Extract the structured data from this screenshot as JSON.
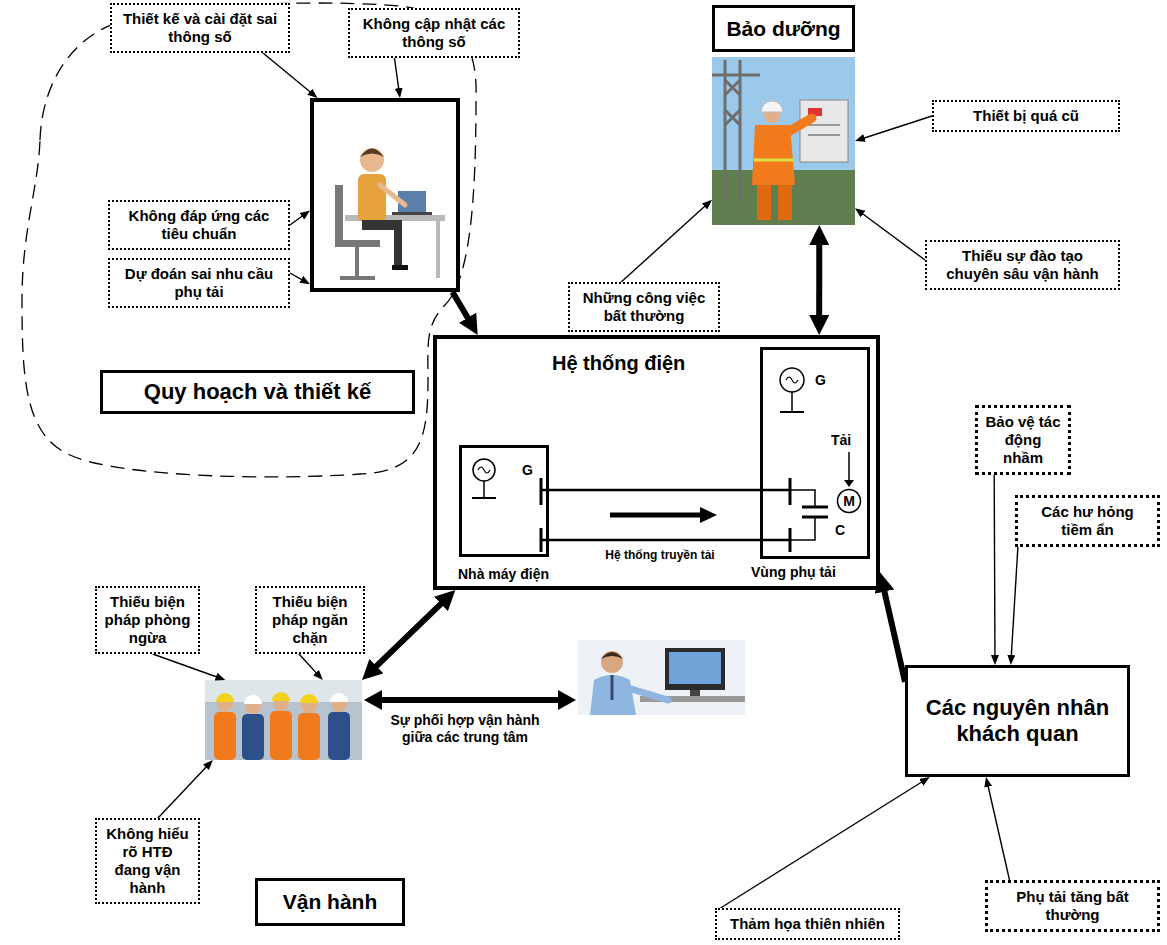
{
  "diagram": {
    "nodes": [
      {
        "text": [
          "Thiết kế và cài đặt sai thông số"
        ]
      },
      {
        "text": [
          "Không cập nhật các thông số"
        ]
      },
      {
        "text": [
          "Bảo dưỡng"
        ]
      },
      {
        "text": [
          "Thiết bị quá cũ"
        ]
      },
      {
        "text": [
          "Không đáp ứng các tiêu chuẩn"
        ]
      },
      {
        "text": [
          "Dự đoán sai nhu cầu phụ tải"
        ]
      },
      {
        "text": [
          "Quy hoạch và thiết kế"
        ]
      },
      {
        "text": [
          "Những công việc bất thường"
        ]
      },
      {
        "text": [
          "Thiếu sự đào tạo chuyên sâu vận hành"
        ]
      },
      {
        "text": [
          "Hệ thống điện"
        ]
      },
      {
        "text": [
          "G",
          "Nhà máy điện"
        ],
        "in": 9
      },
      {
        "text": [
          "G",
          "Tải",
          "C",
          "Vùng phụ tải"
        ],
        "in": 9
      },
      {
        "text": [
          "M"
        ],
        "in": 11
      },
      {
        "text": [
          "Bảo vệ tác động nhầm"
        ]
      },
      {
        "text": [
          "Các hư hỏng tiềm ẩn"
        ]
      },
      {
        "text": [
          "Thiếu biện pháp phòng ngừa"
        ]
      },
      {
        "text": [
          "Thiếu biện pháp ngăn chặn"
        ]
      },
      {
        "text": [
          "Vận hành"
        ]
      },
      {
        "text": [
          "Các nguyên nhân khách quan"
        ]
      },
      {
        "text": [
          "Không hiểu rõ HTĐ đang vận hành"
        ]
      },
      {
        "text": [
          "Thảm họa thiên nhiên"
        ]
      },
      {
        "text": [
          "Phụ tải tăng bất thường"
        ]
      }
    ],
    "edges": [
      {
        "from": 0,
        "to": 6,
        "arrow": "to"
      },
      {
        "from": 1,
        "to": 6,
        "arrow": "to"
      },
      {
        "from": 4,
        "to": 6,
        "arrow": "to"
      },
      {
        "from": 5,
        "to": 6,
        "arrow": "to"
      },
      {
        "from": 6,
        "to": 9,
        "arrow": "to"
      },
      {
        "from": 2,
        "to": 9,
        "arrow": "both"
      },
      {
        "from": 3,
        "to": 2,
        "arrow": "to"
      },
      {
        "from": 8,
        "to": 2,
        "arrow": "to"
      },
      {
        "from": 7,
        "to": 2,
        "arrow": "to"
      },
      {
        "from": 17,
        "to": 9,
        "arrow": "both"
      },
      {
        "from": 15,
        "to": 17,
        "arrow": "to"
      },
      {
        "from": 16,
        "to": 17,
        "arrow": "to"
      },
      {
        "from": 19,
        "to": 17,
        "arrow": "to"
      },
      {
        "from": 18,
        "to": 9,
        "arrow": "to"
      },
      {
        "from": 13,
        "to": 18,
        "arrow": "to"
      },
      {
        "from": 14,
        "to": 18,
        "arrow": "to"
      },
      {
        "from": 20,
        "to": 18,
        "arrow": "to"
      },
      {
        "from": 21,
        "to": 18,
        "arrow": "to"
      }
    ],
    "labels": [
      "Hệ thống truyền tải",
      "Sự phối hợp vận hành giữa các trung tâm"
    ]
  }
}
